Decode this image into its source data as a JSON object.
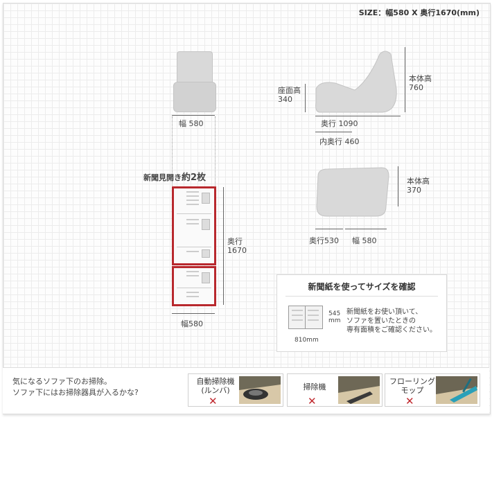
{
  "size_line": "SIZE：幅580 X 奥行1670(mm)",
  "chair": {
    "width_label": "幅 580"
  },
  "side": {
    "seat_height": "座面高\n340",
    "body_height": "本体高\n760",
    "depth": "奥行 1090",
    "inner_depth": "内奥行 460"
  },
  "ottoman": {
    "body_height": "本体高\n370",
    "depth": "奥行530",
    "width": "幅 580"
  },
  "newspaper": {
    "title_prefix": "新聞見開き",
    "title_emph": "約2枚",
    "depth": "奥行\n1670",
    "width": "幅580"
  },
  "info_box": {
    "heading": "新聞紙を使ってサイズを確認",
    "dim_h": "545\nmm",
    "dim_w": "810mm",
    "text": "新聞紙をお使い頂いて、\nソファを置いたときの\n専有面積をご確認ください。"
  },
  "bottom": {
    "question": "気になるソファ下のお掃除。\nソファ下にはお掃除器具が入るかな?",
    "cards": [
      {
        "label": "自動掃除機\n(ルンバ)",
        "mark": "✕"
      },
      {
        "label": "掃除機",
        "mark": "✕"
      },
      {
        "label": "フローリング\nモップ",
        "mark": "✕"
      }
    ]
  },
  "colors": {
    "accent_red": "#b8282d",
    "furniture_gray": "#d9d9d9",
    "mark_red": "#c0282e"
  }
}
